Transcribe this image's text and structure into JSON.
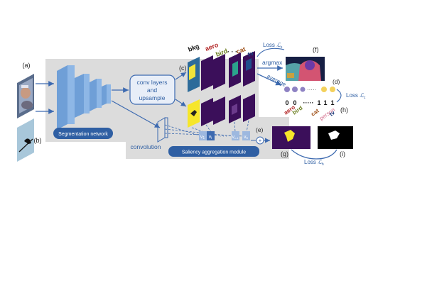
{
  "labels": {
    "a": "(a)",
    "b": "(b)",
    "c": "(c)",
    "d": "(d)",
    "e": "(e)",
    "f": "(f)",
    "g": "(g)",
    "h": "(h)",
    "i": "(i)"
  },
  "modules": {
    "segmentation_network": "Segmentation network",
    "conv_layers_line1": "conv layers",
    "conv_layers_line2": "and",
    "conv_layers_line3": "upsample",
    "convolution": "convolution",
    "saliency_aggregation": "Saliency aggregation module"
  },
  "class_labels": {
    "bkg": "bkg",
    "aero": "aero",
    "bird": "bird",
    "dots": "· · ·",
    "cat": "cat",
    "tv": "tv"
  },
  "operations": {
    "argmax": "argmax",
    "average": "average"
  },
  "losses": {
    "l_s_prefix": "Loss",
    "l_s_sym": "ℒ",
    "l_s_sub": "s",
    "l_c_prefix": "Loss",
    "l_c_sym": "ℒ",
    "l_c_sub": "c",
    "l_h_prefix": "Loss",
    "l_h_sym": "ℒ",
    "l_h_sub": "h"
  },
  "vectors": {
    "v1": "v",
    "v1_sub": "1",
    "vi": "v",
    "vi_sub": "i",
    "vc1": "v",
    "vc1_sub": "c-1",
    "vc": "v",
    "vc_sub": "c",
    "plus": "+"
  },
  "image_labels": {
    "values": [
      "0",
      "0",
      "·····",
      "1",
      "1",
      "1"
    ],
    "names": [
      "aero",
      "bird",
      "",
      "cat",
      "person",
      "tv"
    ]
  },
  "colors": {
    "accent": "#3d6ab0",
    "panel": "#dcdcdc",
    "map_dark": "#3b0f5a",
    "map_mid": "#1f4e8c",
    "map_yellow": "#f6e62a",
    "dot_purple": "#8e82c3",
    "dot_yellow": "#f3d15c"
  }
}
